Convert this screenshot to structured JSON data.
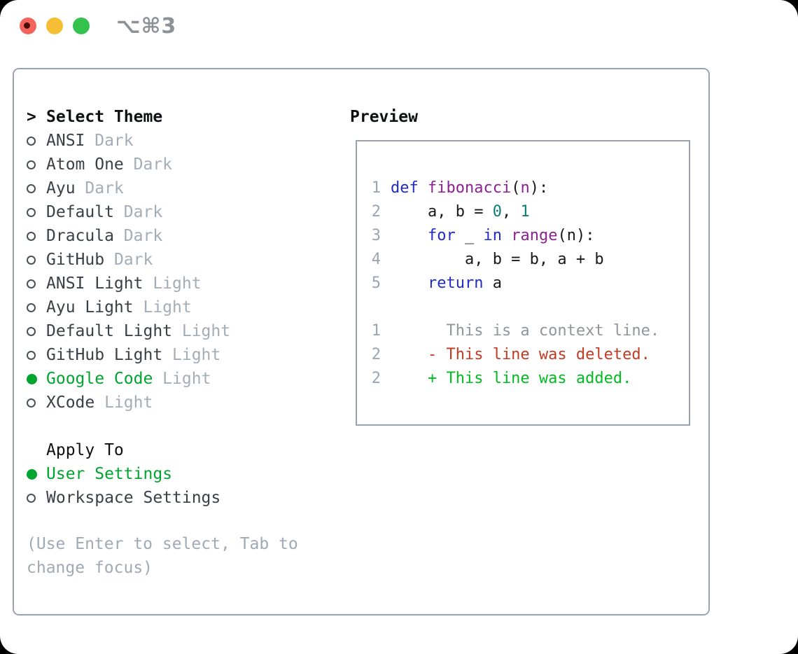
{
  "window": {
    "title": "⌥⌘3",
    "traffic_lights": {
      "close_label": "close",
      "minimize_label": "minimize",
      "zoom_label": "zoom",
      "has_modified_dot": true
    }
  },
  "theme_picker": {
    "prompt": ">",
    "header": "Select Theme",
    "items": [
      {
        "name": "ANSI",
        "variant": "Dark",
        "selected": false
      },
      {
        "name": "Atom One",
        "variant": "Dark",
        "selected": false
      },
      {
        "name": "Ayu",
        "variant": "Dark",
        "selected": false
      },
      {
        "name": "Default",
        "variant": "Dark",
        "selected": false
      },
      {
        "name": "Dracula",
        "variant": "Dark",
        "selected": false
      },
      {
        "name": "GitHub",
        "variant": "Dark",
        "selected": false
      },
      {
        "name": "ANSI Light",
        "variant": "Light",
        "selected": false
      },
      {
        "name": "Ayu Light",
        "variant": "Light",
        "selected": false
      },
      {
        "name": "Default Light",
        "variant": "Light",
        "selected": false
      },
      {
        "name": "GitHub Light",
        "variant": "Light",
        "selected": false
      },
      {
        "name": "Google Code",
        "variant": "Light",
        "selected": true
      },
      {
        "name": "XCode",
        "variant": "Light",
        "selected": false
      }
    ],
    "apply_to": {
      "header": "Apply To",
      "options": [
        {
          "label": "User Settings",
          "selected": true
        },
        {
          "label": "Workspace Settings",
          "selected": false
        }
      ]
    },
    "hint": "(Use Enter to select, Tab to change focus)"
  },
  "preview": {
    "header": "Preview",
    "lines": [
      {
        "num": "1",
        "tokens": [
          {
            "t": "def",
            "c": "kw"
          },
          {
            "t": " ",
            "c": "pl"
          },
          {
            "t": "fibonacci",
            "c": "fn"
          },
          {
            "t": "(",
            "c": "pl"
          },
          {
            "t": "n",
            "c": "fn"
          },
          {
            "t": "):",
            "c": "pl"
          }
        ]
      },
      {
        "num": "2",
        "tokens": [
          {
            "t": "    a, b = ",
            "c": "pl"
          },
          {
            "t": "0",
            "c": "num"
          },
          {
            "t": ", ",
            "c": "pl"
          },
          {
            "t": "1",
            "c": "num"
          }
        ]
      },
      {
        "num": "3",
        "tokens": [
          {
            "t": "    ",
            "c": "pl"
          },
          {
            "t": "for",
            "c": "kw"
          },
          {
            "t": " _ ",
            "c": "pl"
          },
          {
            "t": "in",
            "c": "kw"
          },
          {
            "t": " ",
            "c": "pl"
          },
          {
            "t": "range",
            "c": "fn"
          },
          {
            "t": "(n):",
            "c": "pl"
          }
        ]
      },
      {
        "num": "4",
        "tokens": [
          {
            "t": "        a, b = b, a + b",
            "c": "pl"
          }
        ]
      },
      {
        "num": "5",
        "tokens": [
          {
            "t": "    ",
            "c": "pl"
          },
          {
            "t": "return",
            "c": "kw"
          },
          {
            "t": " a",
            "c": "pl"
          }
        ]
      },
      {
        "num": "",
        "tokens": []
      },
      {
        "num": "1",
        "tokens": [
          {
            "t": "      This is a context line.",
            "c": "ctx"
          }
        ]
      },
      {
        "num": "2",
        "tokens": [
          {
            "t": "    - This line was deleted.",
            "c": "del"
          }
        ]
      },
      {
        "num": "2",
        "tokens": [
          {
            "t": "    + This line was added.",
            "c": "add"
          }
        ]
      }
    ]
  },
  "colors": {
    "traffic_red": "#f4645c",
    "traffic_red_dot": "#4a0d03",
    "traffic_yellow": "#f5be35",
    "traffic_green": "#35c24c",
    "window_title": "#8d9298",
    "panel_border": "#9aa4af",
    "header_text": "#0e1013",
    "item_text": "#3a4046",
    "variant_muted": "#a3adb8",
    "selected_green": "#00a52f",
    "radio_outline": "#4a5057",
    "hint_text": "#a0aab5",
    "syntax": {
      "kw": "#1f2bc4",
      "fn": "#8e1f96",
      "num": "#0e7c74",
      "pl": "#17191c",
      "ctx": "#8f969c",
      "del": "#c23a21",
      "add": "#00bd1f",
      "lineno": "#9aa5b2"
    }
  }
}
